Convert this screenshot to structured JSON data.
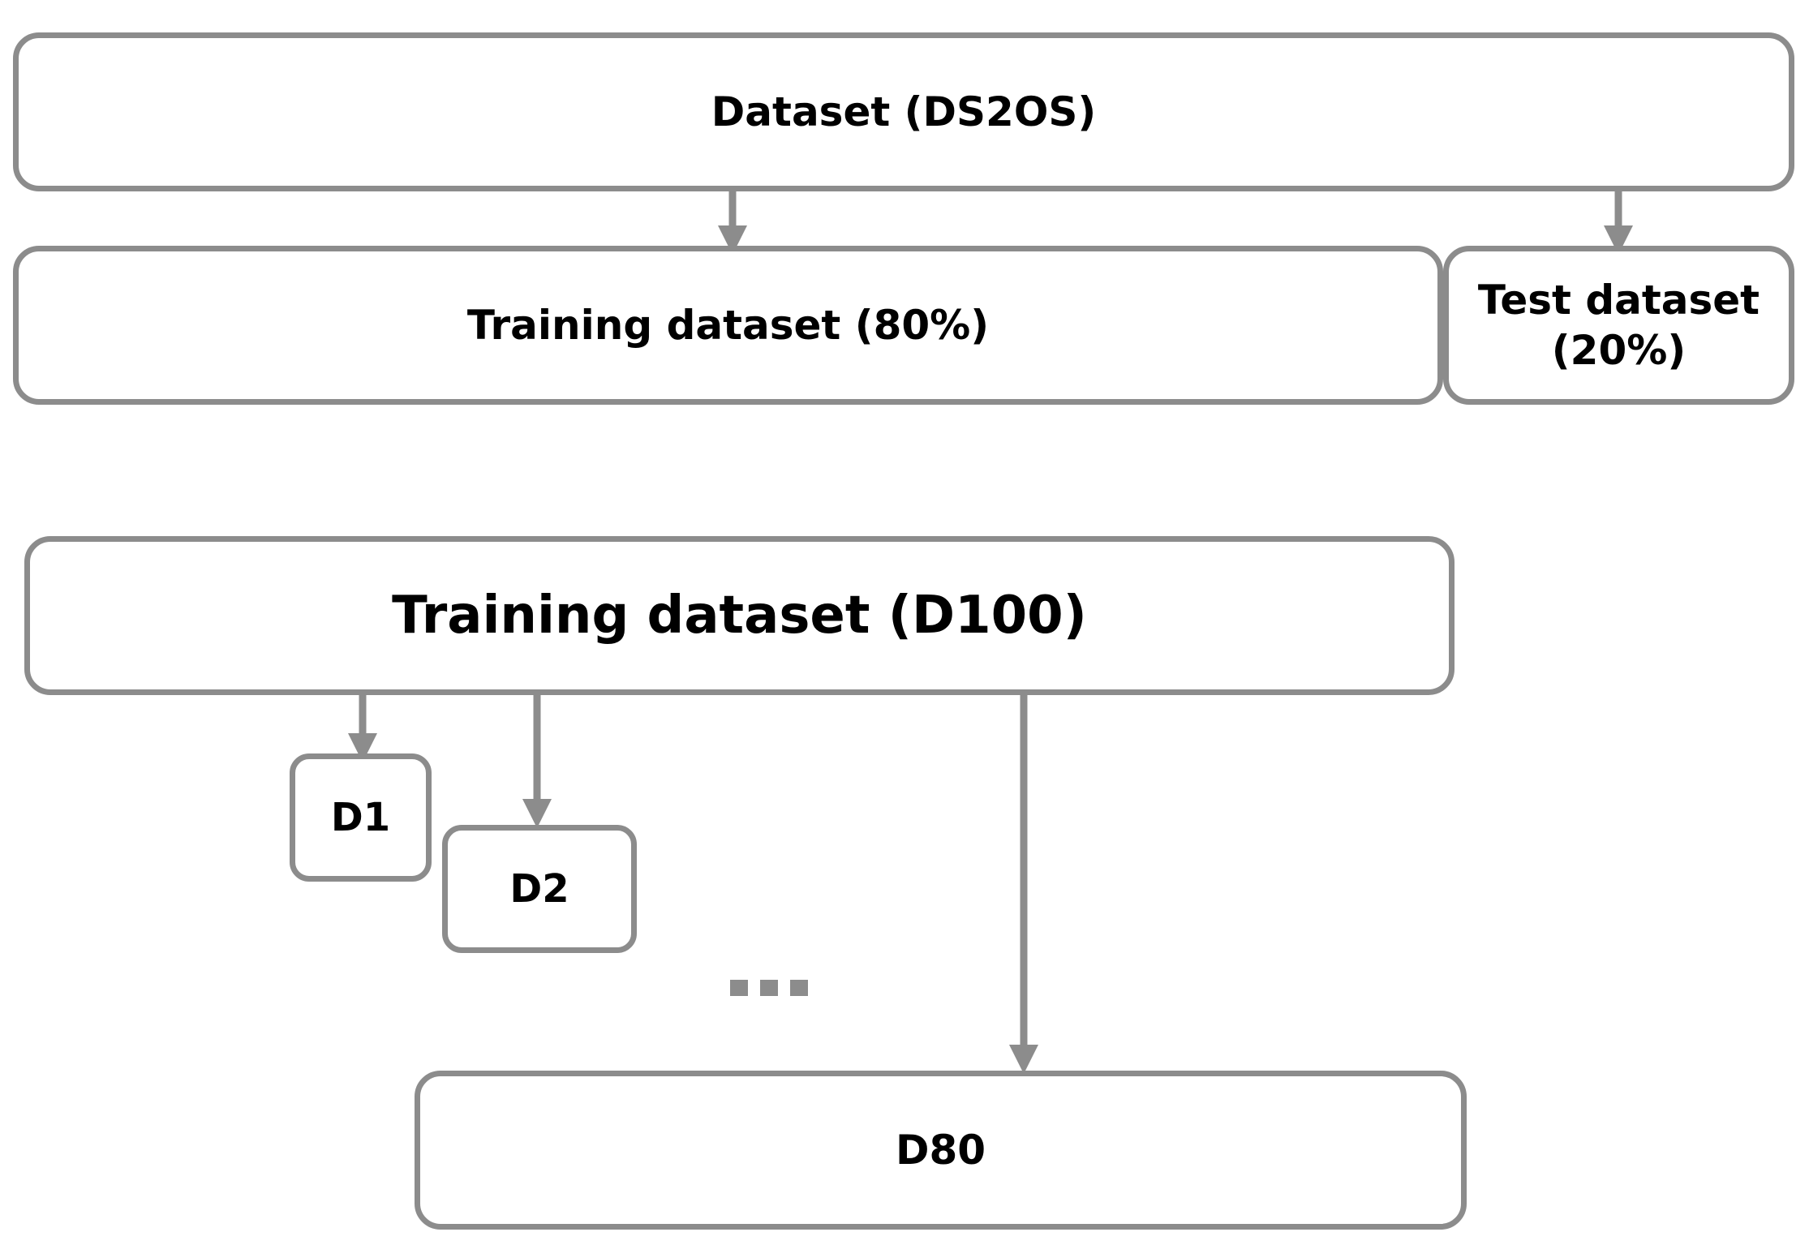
{
  "boxes": {
    "dataset": "Dataset (DS2OS)",
    "training_80": "Training dataset (80%)",
    "test_20": "Test dataset (20%)",
    "training_d100": "Training dataset (D100)",
    "d1": "D1",
    "d2": "D2",
    "d80": "D80"
  },
  "colors": {
    "stroke": "#8c8c8c",
    "text": "#000000",
    "background": "#ffffff"
  }
}
